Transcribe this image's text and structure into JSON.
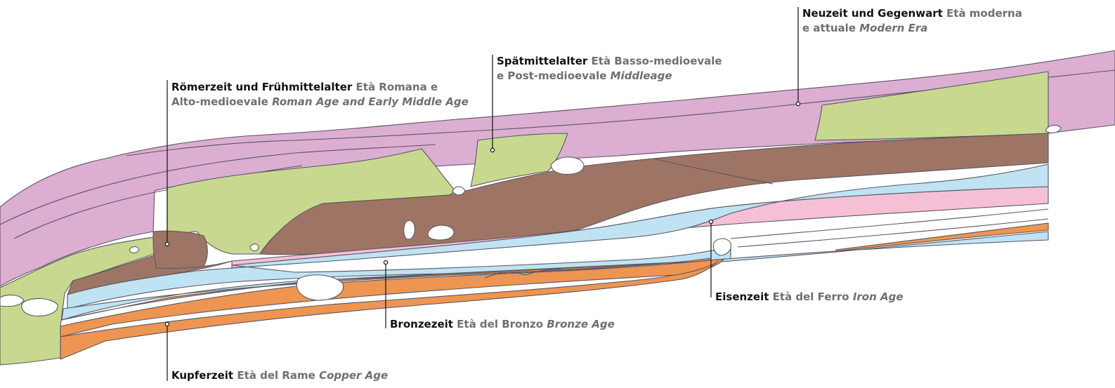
{
  "colors": {
    "recent": "#dcaed2",
    "late_medieval": "#c8d98f",
    "roman": "#9e7565",
    "iron": "#f5c0d6",
    "bronze": "#bfe3f3",
    "copper": "#ee9552",
    "stone": "#ffffff",
    "outline": "#5a5560"
  },
  "labels": {
    "modern": {
      "de": "Neuzeit und Gegenwart",
      "it_a": "Età moderna",
      "it_b": "e attuale",
      "en": "Modern Era"
    },
    "late_medieval": {
      "de": "Spätmittelalter",
      "it_a": "Età Basso-medioevale",
      "it_b": "e Post-medioevale",
      "en": "Middleage"
    },
    "roman": {
      "de": "Römerzeit und Frühmittelalter",
      "it_a": "Età Romana e",
      "it_b": "Alto-medioevale",
      "en": "Roman Age and Early Middle Age"
    },
    "iron": {
      "de": "Eisenzeit",
      "it": "Età del Ferro",
      "en": "Iron Age"
    },
    "bronze": {
      "de": "Bronzezeit",
      "it": "Età del Bronzo",
      "en": "Bronze Age"
    },
    "copper": {
      "de": "Kupferzeit",
      "it": "Età del Rame",
      "en": "Copper Age"
    }
  }
}
